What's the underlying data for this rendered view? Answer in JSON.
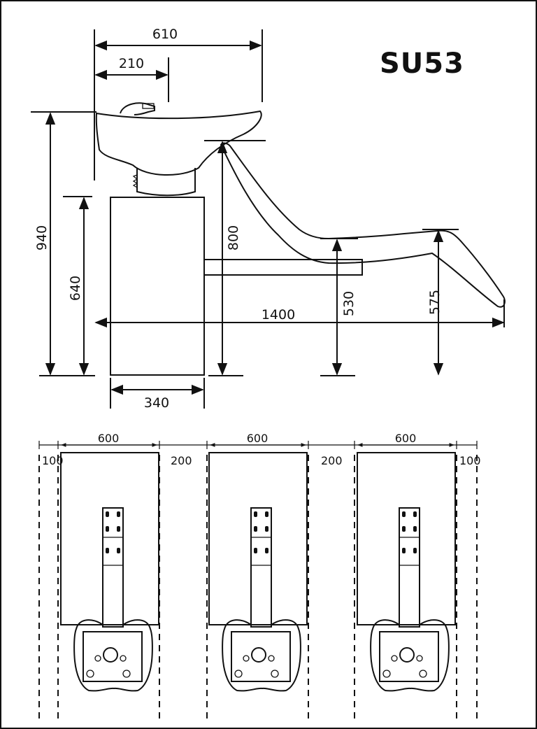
{
  "model": "SU53",
  "side_view": {
    "dimensions": {
      "top_width": "610",
      "bowl_offset": "210",
      "total_height": "940",
      "cabinet_height": "640",
      "neck_height": "800",
      "total_length": "1400",
      "seat_height": "530",
      "leg_rest_height": "575",
      "cabinet_width": "340"
    }
  },
  "plan_view": {
    "units": [
      {
        "width_label": "600"
      },
      {
        "width_label": "600"
      },
      {
        "width_label": "600"
      }
    ],
    "gap_labels": {
      "left_margin": "100",
      "gap_1": "200",
      "gap_2": "200",
      "right_margin": "100"
    }
  }
}
